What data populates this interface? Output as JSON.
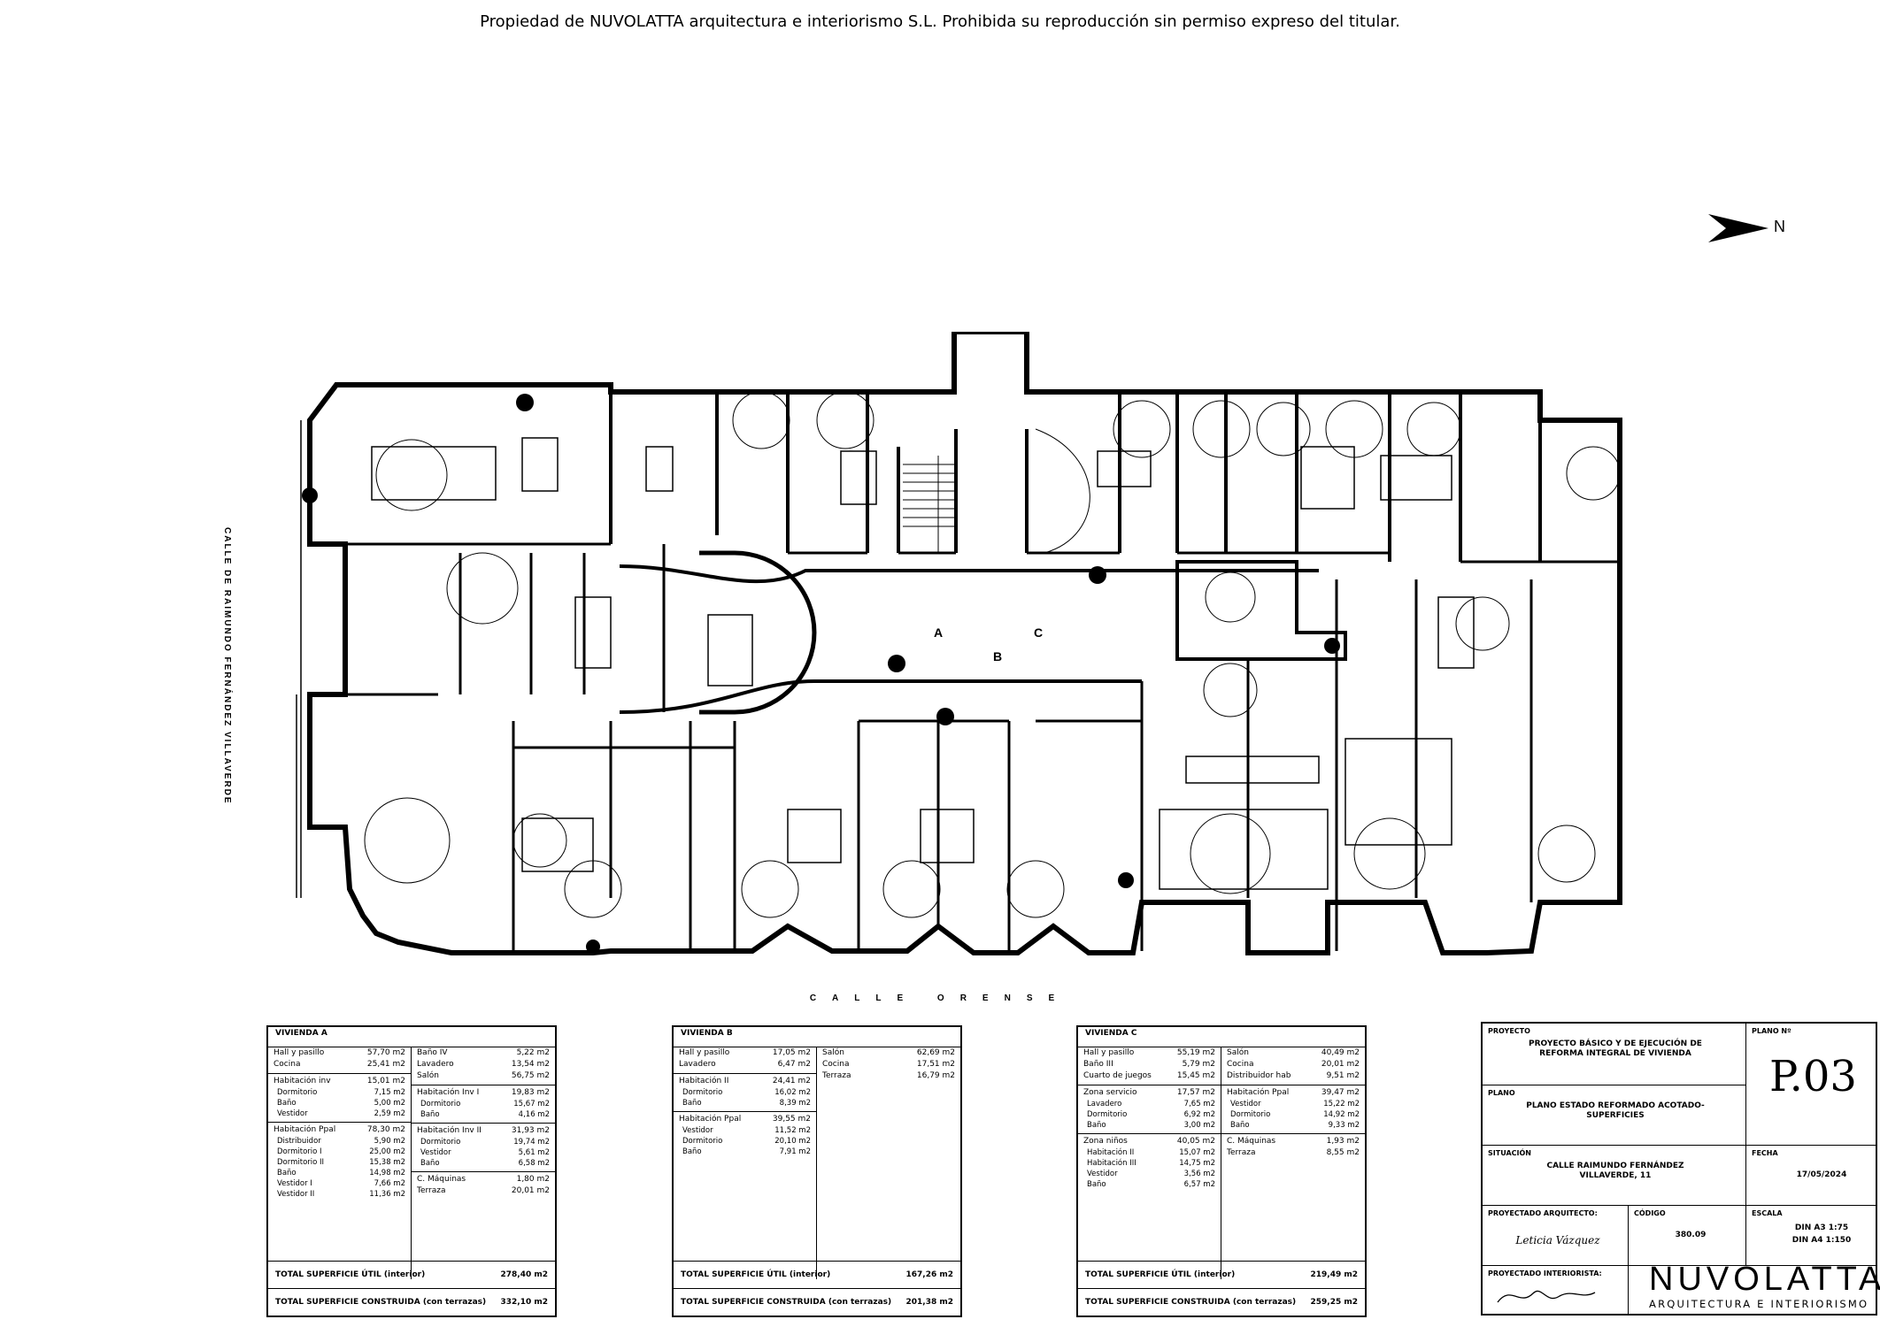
{
  "header": {
    "copyright": "Propiedad de NUVOLATTA arquitectura e interiorismo S.L. Prohibida su reproducción sin permiso expreso del titular."
  },
  "north_label": "N",
  "streets": {
    "left": "CALLE DE RAIMUNDO FERNÁNDEZ VILLAVERDE",
    "bottom": "CALLE ORENSE"
  },
  "plan_markers": {
    "a": "A",
    "b": "B",
    "c": "C"
  },
  "vivienda_a": {
    "title": "VIVIENDA A",
    "left_groups": [
      [
        {
          "label": "Hall y pasillo",
          "value": "57,70 m2"
        },
        {
          "label": "Cocina",
          "value": "25,41 m2"
        }
      ],
      [
        {
          "label": "Habitación inv",
          "value": "15,01 m2"
        },
        {
          "label": "Dormitorio",
          "value": "7,15 m2"
        },
        {
          "label": "Baño",
          "value": "5,00 m2"
        },
        {
          "label": "Vestidor",
          "value": "2,59 m2"
        }
      ],
      [
        {
          "label": "Habitación Ppal",
          "value": "78,30 m2"
        },
        {
          "label": "Distribuidor",
          "value": "5,90 m2"
        },
        {
          "label": "Dormitorio I",
          "value": "25,00 m2"
        },
        {
          "label": "Dormitorio II",
          "value": "15,38 m2"
        },
        {
          "label": "Baño",
          "value": "14,98 m2"
        },
        {
          "label": "Vestidor I",
          "value": "7,66 m2"
        },
        {
          "label": "Vestidor II",
          "value": "11,36 m2"
        }
      ]
    ],
    "right_groups": [
      [
        {
          "label": "Baño IV",
          "value": "5,22 m2"
        },
        {
          "label": "Lavadero",
          "value": "13,54 m2"
        },
        {
          "label": "Salón",
          "value": "56,75 m2"
        }
      ],
      [
        {
          "label": "Habitación Inv I",
          "value": "19,83 m2"
        },
        {
          "label": "Dormitorio",
          "value": "15,67 m2"
        },
        {
          "label": "Baño",
          "value": "4,16 m2"
        }
      ],
      [
        {
          "label": "Habitación Inv II",
          "value": "31,93 m2"
        },
        {
          "label": "Dormitorio",
          "value": "19,74 m2"
        },
        {
          "label": "Vestidor",
          "value": "5,61 m2"
        },
        {
          "label": "Baño",
          "value": "6,58 m2"
        }
      ],
      [
        {
          "label": "C. Máquinas",
          "value": "1,80 m2"
        },
        {
          "label": "Terraza",
          "value": "20,01 m2"
        }
      ]
    ],
    "total_util": {
      "label": "TOTAL SUPERFICIE ÚTIL (interior)",
      "value": "278,40 m2"
    },
    "total_construida": {
      "label": "TOTAL SUPERFICIE CONSTRUIDA (con terrazas)",
      "value": "332,10 m2"
    }
  },
  "vivienda_b": {
    "title": "VIVIENDA B",
    "left_groups": [
      [
        {
          "label": "Hall y pasillo",
          "value": "17,05 m2"
        },
        {
          "label": "Lavadero",
          "value": "6,47 m2"
        }
      ],
      [
        {
          "label": "Habitación II",
          "value": "24,41 m2"
        },
        {
          "label": "Dormitorio",
          "value": "16,02 m2"
        },
        {
          "label": "Baño",
          "value": "8,39 m2"
        }
      ],
      [
        {
          "label": "Habitación Ppal",
          "value": "39,55 m2"
        },
        {
          "label": "Vestidor",
          "value": "11,52 m2"
        },
        {
          "label": "Dormitorio",
          "value": "20,10 m2"
        },
        {
          "label": "Baño",
          "value": "7,91 m2"
        }
      ]
    ],
    "right_groups": [
      [
        {
          "label": "Salón",
          "value": "62,69 m2"
        },
        {
          "label": "Cocina",
          "value": "17,51 m2"
        },
        {
          "label": "Terraza",
          "value": "16,79 m2"
        }
      ]
    ],
    "total_util": {
      "label": "TOTAL SUPERFICIE ÚTIL (interior)",
      "value": "167,26 m2"
    },
    "total_construida": {
      "label": "TOTAL SUPERFICIE CONSTRUIDA (con terrazas)",
      "value": "201,38 m2"
    }
  },
  "vivienda_c": {
    "title": "VIVIENDA C",
    "left_groups": [
      [
        {
          "label": "Hall y pasillo",
          "value": "55,19 m2"
        },
        {
          "label": "Baño III",
          "value": "5,79 m2"
        },
        {
          "label": "Cuarto de juegos",
          "value": "15,45 m2"
        }
      ],
      [
        {
          "label": "Zona servicio",
          "value": "17,57 m2"
        },
        {
          "label": "Lavadero",
          "value": "7,65 m2"
        },
        {
          "label": "Dormitorio",
          "value": "6,92 m2"
        },
        {
          "label": "Baño",
          "value": "3,00 m2"
        }
      ],
      [
        {
          "label": "Zona niños",
          "value": "40,05 m2"
        },
        {
          "label": "Habitación II",
          "value": "15,07 m2"
        },
        {
          "label": "Habitación III",
          "value": "14,75 m2"
        },
        {
          "label": "Vestidor",
          "value": "3,56 m2"
        },
        {
          "label": "Baño",
          "value": "6,57 m2"
        }
      ]
    ],
    "right_groups": [
      [
        {
          "label": "Salón",
          "value": "40,49 m2"
        },
        {
          "label": "Cocina",
          "value": "20,01 m2"
        },
        {
          "label": "Distribuidor hab",
          "value": "9,51 m2"
        }
      ],
      [
        {
          "label": "Habitación Ppal",
          "value": "39,47 m2"
        },
        {
          "label": "Vestidor",
          "value": "15,22 m2"
        },
        {
          "label": "Dormitorio",
          "value": "14,92 m2"
        },
        {
          "label": "Baño",
          "value": "9,33 m2"
        }
      ],
      [
        {
          "label": "C. Máquinas",
          "value": "1,93 m2"
        },
        {
          "label": "Terraza",
          "value": "8,55 m2"
        }
      ]
    ],
    "total_util": {
      "label": "TOTAL SUPERFICIE ÚTIL (interior)",
      "value": "219,49 m2"
    },
    "total_construida": {
      "label": "TOTAL SUPERFICIE CONSTRUIDA (con terrazas)",
      "value": "259,25 m2"
    }
  },
  "titleblock": {
    "proyecto_label": "PROYECTO",
    "proyecto_value": "PROYECTO BÁSICO Y DE EJECUCIÓN DE REFORMA INTEGRAL DE VIVIENDA",
    "plano_no_label": "PLANO Nº",
    "plano_no": "P.03",
    "plano_label": "PLANO",
    "plano_value": "PLANO ESTADO REFORMADO ACOTADO-SUPERFICIES",
    "situacion_label": "SITUACIÓN",
    "situacion_value": "CALLE RAIMUNDO FERNÁNDEZ VILLAVERDE, 11",
    "fecha_label": "FECHA",
    "fecha_value": "17/05/2024",
    "arquitecto_label": "PROYECTADO ARQUITECTO:",
    "codigo_label": "CÓDIGO",
    "codigo_value": "380.09",
    "escala_label": "ESCALA",
    "escala_a3": "DIN A3 1:75",
    "escala_a4": "DIN A4 1:150",
    "interiorista_label": "PROYECTADO INTERIORISTA:",
    "signature_arquitecto": "Leticia Vázquez",
    "logo_main": "NUVOLATTA",
    "logo_sub": "ARQUITECTURA E INTERIORISMO"
  }
}
